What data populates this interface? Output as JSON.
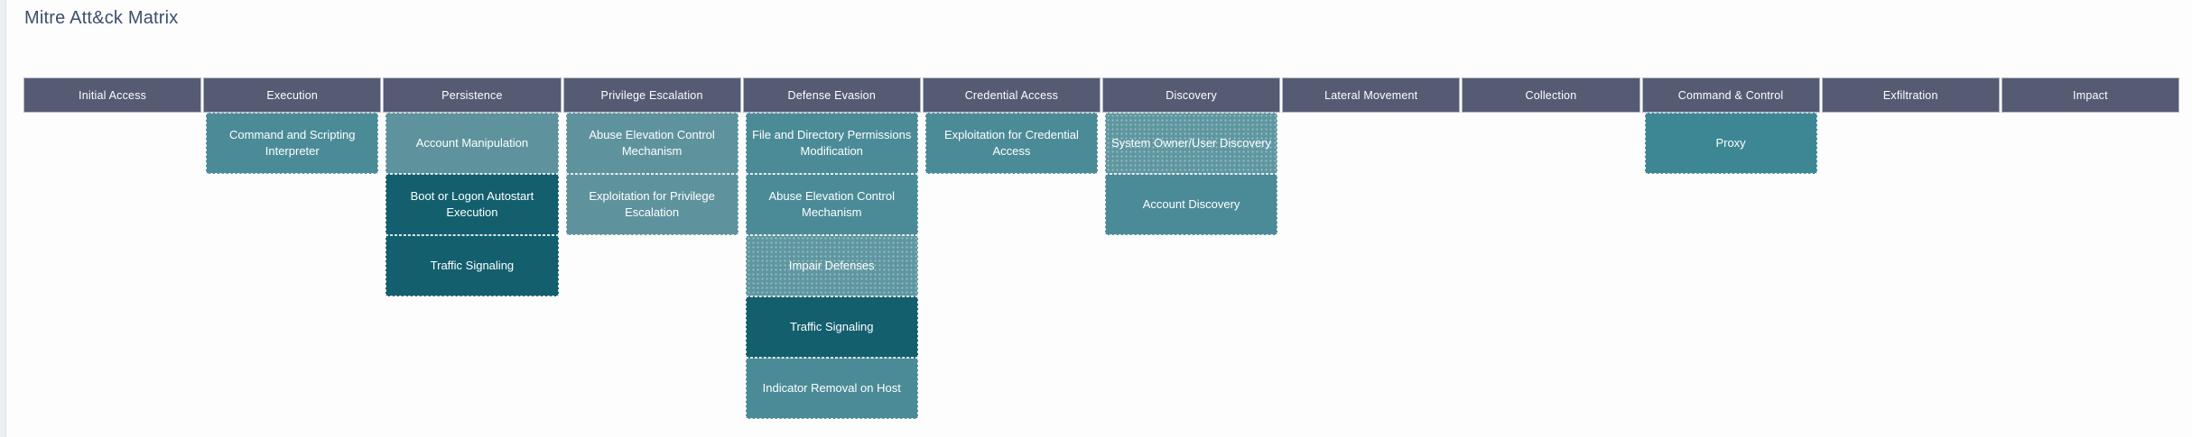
{
  "page": {
    "title": "Mitre Att&ck Matrix"
  },
  "palette": {
    "header_bg": "#565b74",
    "header_text": "#ffffff",
    "cell_text": "#ffffff",
    "shades": {
      "light": "#5e939e",
      "medium": "#4b8b97",
      "medium_dark": "#3d8794",
      "dark": "#135f6e",
      "stipple": "#5f97a1"
    }
  },
  "matrix": {
    "tactics": [
      "Initial Access",
      "Execution",
      "Persistence",
      "Privilege Escalation",
      "Defense Evasion",
      "Credential Access",
      "Discovery",
      "Lateral Movement",
      "Collection",
      "Command & Control",
      "Exfiltration",
      "Impact"
    ],
    "techniques": [
      {
        "tactic": "Execution",
        "col": 2,
        "row": 1,
        "label": "Command and Scripting Interpreter",
        "shade": "medium"
      },
      {
        "tactic": "Persistence",
        "col": 3,
        "row": 1,
        "label": "Account Manipulation",
        "shade": "light"
      },
      {
        "tactic": "Persistence",
        "col": 3,
        "row": 2,
        "label": "Boot or Logon Autostart Execution",
        "shade": "dark"
      },
      {
        "tactic": "Persistence",
        "col": 3,
        "row": 3,
        "label": "Traffic Signaling",
        "shade": "dark"
      },
      {
        "tactic": "Privilege Escalation",
        "col": 4,
        "row": 1,
        "label": "Abuse Elevation Control Mechanism",
        "shade": "light"
      },
      {
        "tactic": "Privilege Escalation",
        "col": 4,
        "row": 2,
        "label": "Exploitation for Privilege Escalation",
        "shade": "light"
      },
      {
        "tactic": "Defense Evasion",
        "col": 5,
        "row": 1,
        "label": "File and Directory Permissions Modification",
        "shade": "medium"
      },
      {
        "tactic": "Defense Evasion",
        "col": 5,
        "row": 2,
        "label": "Abuse Elevation Control Mechanism",
        "shade": "medium"
      },
      {
        "tactic": "Defense Evasion",
        "col": 5,
        "row": 3,
        "label": "Impair Defenses",
        "shade": "stipple"
      },
      {
        "tactic": "Defense Evasion",
        "col": 5,
        "row": 4,
        "label": "Traffic Signaling",
        "shade": "dark"
      },
      {
        "tactic": "Defense Evasion",
        "col": 5,
        "row": 5,
        "label": "Indicator Removal on Host",
        "shade": "medium"
      },
      {
        "tactic": "Credential Access",
        "col": 6,
        "row": 1,
        "label": "Exploitation for Credential Access",
        "shade": "medium"
      },
      {
        "tactic": "Discovery",
        "col": 7,
        "row": 1,
        "label": "System Owner/User Discovery",
        "shade": "stipple"
      },
      {
        "tactic": "Discovery",
        "col": 7,
        "row": 2,
        "label": "Account Discovery",
        "shade": "medium"
      },
      {
        "tactic": "Command & Control",
        "col": 10,
        "row": 1,
        "label": "Proxy",
        "shade": "medium_dark"
      }
    ]
  }
}
